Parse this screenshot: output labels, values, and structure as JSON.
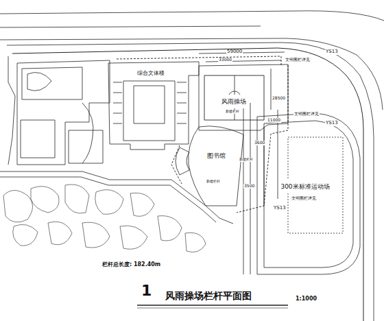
{
  "diagram": {
    "title": "风雨操场栏杆平面图",
    "nodes": [
      {
        "text": [
          "综合文体楼"
        ]
      },
      {
        "text": [
          "风雨操场"
        ]
      },
      {
        "text": [
          "图书馆"
        ]
      },
      {
        "text": [
          "300米标准运动场"
        ]
      }
    ],
    "edges": [],
    "labels": [
      "文明围栏详见",
      "YS13",
      "文明围栏详见",
      "YS13",
      "文明围栏详见",
      "YS13",
      "59000",
      "33000",
      "28500",
      "11000",
      "3600",
      "3500",
      "新建栏杆",
      "新建栏杆",
      "新建栏杆",
      "栏杆总长度: 182.40m",
      "1",
      "1:1000"
    ]
  }
}
